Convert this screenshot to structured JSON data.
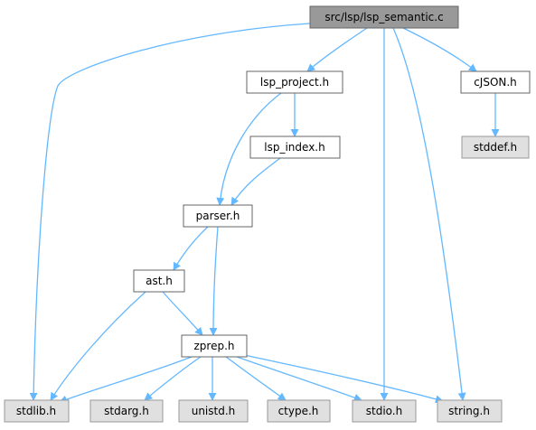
{
  "diagram": {
    "colors": {
      "edge": "#63b8ff",
      "root_fill": "#999999",
      "root_stroke": "#666666",
      "local_fill": "#ffffff",
      "local_stroke": "#666666",
      "system_fill": "#e0e0e0",
      "system_stroke": "#999999"
    },
    "nodes": {
      "root": {
        "label": "src/lsp/lsp_semantic.c",
        "kind": "root"
      },
      "lsp_project": {
        "label": "lsp_project.h",
        "kind": "local"
      },
      "cjson": {
        "label": "cJSON.h",
        "kind": "local"
      },
      "lsp_index": {
        "label": "lsp_index.h",
        "kind": "local"
      },
      "stddef": {
        "label": "stddef.h",
        "kind": "system"
      },
      "parser": {
        "label": "parser.h",
        "kind": "local"
      },
      "ast": {
        "label": "ast.h",
        "kind": "local"
      },
      "zprep": {
        "label": "zprep.h",
        "kind": "local"
      },
      "stdlib": {
        "label": "stdlib.h",
        "kind": "system"
      },
      "stdarg": {
        "label": "stdarg.h",
        "kind": "system"
      },
      "unistd": {
        "label": "unistd.h",
        "kind": "system"
      },
      "ctype": {
        "label": "ctype.h",
        "kind": "system"
      },
      "stdio": {
        "label": "stdio.h",
        "kind": "system"
      },
      "string": {
        "label": "string.h",
        "kind": "system"
      }
    },
    "edges": [
      [
        "root",
        "lsp_project"
      ],
      [
        "root",
        "cjson"
      ],
      [
        "root",
        "stdlib"
      ],
      [
        "root",
        "stdio"
      ],
      [
        "root",
        "string"
      ],
      [
        "lsp_project",
        "lsp_index"
      ],
      [
        "lsp_project",
        "parser"
      ],
      [
        "lsp_index",
        "parser"
      ],
      [
        "cjson",
        "stddef"
      ],
      [
        "parser",
        "ast"
      ],
      [
        "parser",
        "zprep"
      ],
      [
        "ast",
        "zprep"
      ],
      [
        "ast",
        "stdlib"
      ],
      [
        "zprep",
        "stdlib"
      ],
      [
        "zprep",
        "stdarg"
      ],
      [
        "zprep",
        "unistd"
      ],
      [
        "zprep",
        "ctype"
      ],
      [
        "zprep",
        "stdio"
      ],
      [
        "zprep",
        "string"
      ]
    ]
  }
}
